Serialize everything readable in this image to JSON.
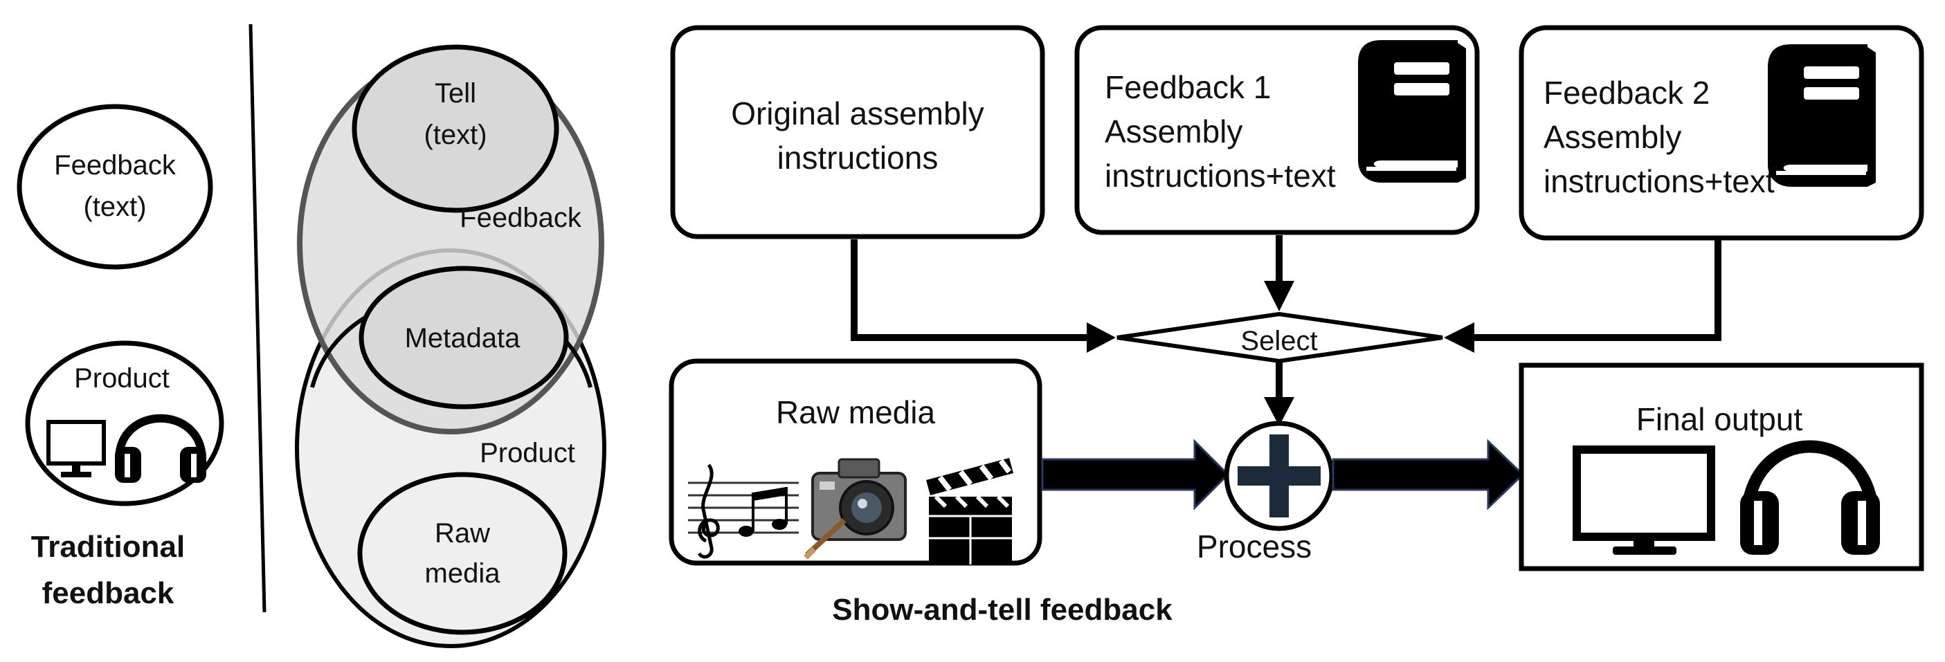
{
  "traditional": {
    "feedback_line1": "Feedback",
    "feedback_line2": "(text)",
    "product_label": "Product",
    "caption_line1": "Traditional",
    "caption_line2": "feedback"
  },
  "venn": {
    "tell_line1": "Tell",
    "tell_line2": "(text)",
    "feedback_label": "Feedback",
    "metadata_label": "Metadata",
    "product_label": "Product",
    "raw_line1": "Raw",
    "raw_line2": "media"
  },
  "flow": {
    "original_line1": "Original assembly",
    "original_line2": "instructions",
    "feedback1_line1": "Feedback 1",
    "feedback1_line2": "Assembly",
    "feedback1_line3": "instructions+text",
    "feedback2_line1": "Feedback 2",
    "feedback2_line2": "Assembly",
    "feedback2_line3": "instructions+text",
    "select_label": "Select",
    "raw_media_label": "Raw media",
    "process_label": "Process",
    "final_output_label": "Final output",
    "caption": "Show-and-tell feedback"
  },
  "icons": [
    "monitor-icon",
    "headphones-icon",
    "book-icon",
    "music-notes-icon",
    "camera-icon",
    "clapperboard-icon",
    "plus-icon"
  ],
  "colors": {
    "feedback_ellipse_fill": "#dcdcdc",
    "product_ellipse_fill": "#efefef",
    "arrow_fill": "#000000",
    "plus_fill": "#1c2a3c",
    "stroke": "#000000"
  }
}
